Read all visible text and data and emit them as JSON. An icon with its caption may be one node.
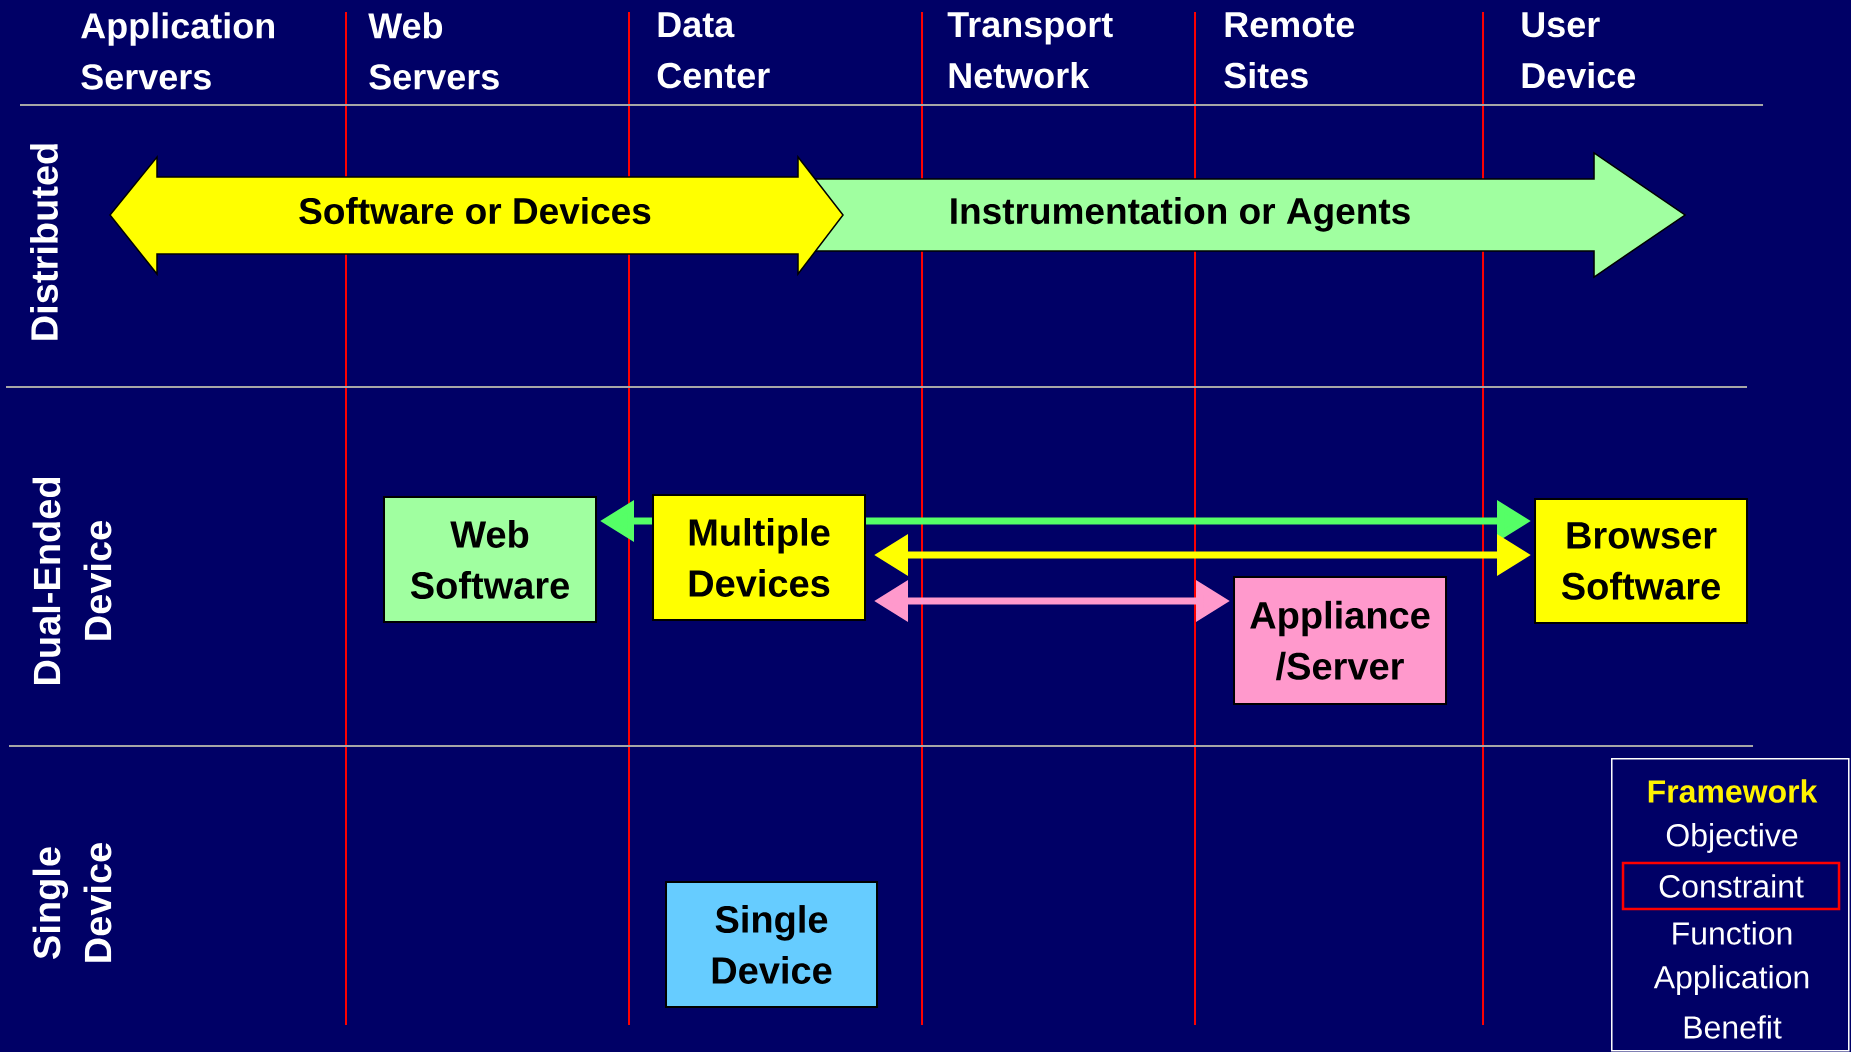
{
  "diagram": {
    "nodes": [
      {
        "text": [
          "Software or Devices"
        ]
      },
      {
        "text": [
          "Instrumentation or Agents"
        ]
      },
      {
        "text": [
          "Web Software"
        ]
      },
      {
        "text": [
          "Multiple Devices"
        ]
      },
      {
        "text": [
          "Browser Software"
        ]
      },
      {
        "text": [
          "Appliance /Server"
        ]
      },
      {
        "text": [
          "Single Device"
        ]
      },
      {
        "text": [
          "Framework",
          "Objective",
          "Function",
          "Application",
          "Benefit"
        ]
      },
      {
        "text": [
          "Constraint"
        ],
        "in": 7
      }
    ],
    "edges": [
      {
        "from": 3,
        "to": 2,
        "arrow": "to",
        "color": "#55ff66"
      },
      {
        "from": 3,
        "to": 4,
        "arrow": "to",
        "color": "#55ff66"
      },
      {
        "from": 3,
        "to": 4,
        "arrow": "both",
        "color": "#ffff00"
      },
      {
        "from": 3,
        "to": 5,
        "arrow": "both",
        "color": "#ff99cc"
      }
    ],
    "labels": [
      "Application Servers",
      "Web Servers",
      "Data Center",
      "Transport Network",
      "Remote Sites",
      "User Device",
      "Distributed",
      "Dual-Ended Device",
      "Single Device"
    ]
  }
}
